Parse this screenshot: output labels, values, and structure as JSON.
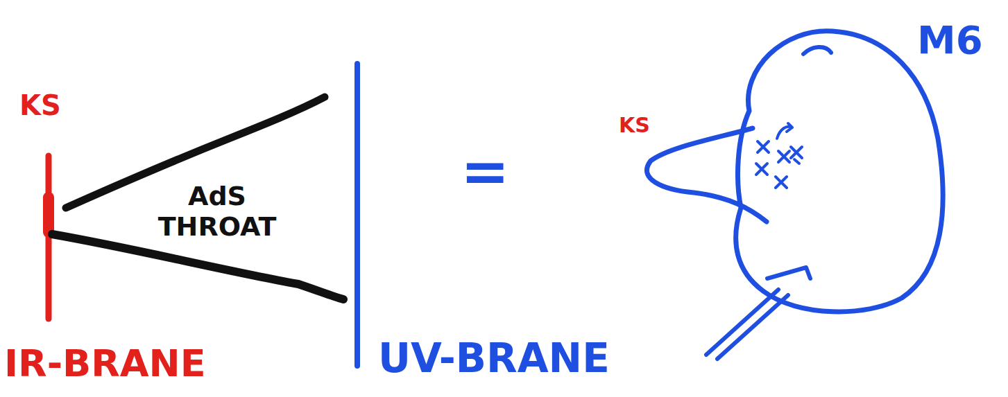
{
  "diagram": {
    "labels": [
      "KS",
      "AdS THROAT",
      "IR-BRANE",
      "UV-BRANE",
      "=",
      "KS",
      "M6"
    ]
  }
}
